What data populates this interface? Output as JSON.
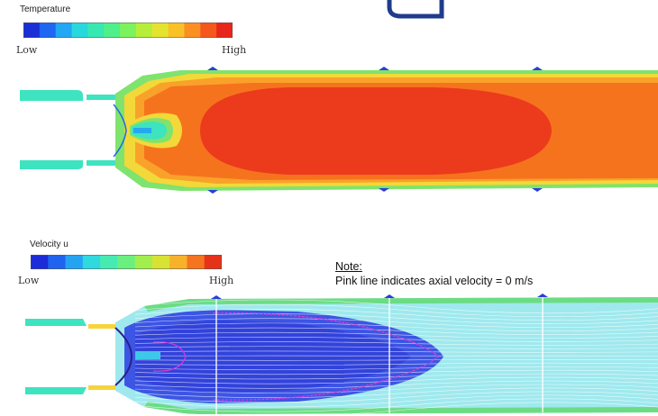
{
  "temperature_panel": {
    "colorbar_title": "Temperature",
    "low_label": "Low",
    "high_label": "High"
  },
  "velocity_panel": {
    "colorbar_title": "Velocity u",
    "low_label": "Low",
    "high_label": "High"
  },
  "note": {
    "title": "Note:",
    "text": "Pink line indicates axial velocity = 0 m/s"
  },
  "colors": {
    "temperature_scale": [
      "#1a2fd6",
      "#1f66f0",
      "#22a7f4",
      "#27d9dc",
      "#37e8b0",
      "#4ff08a",
      "#7cf25c",
      "#b6ee3a",
      "#e6e230",
      "#f9c028",
      "#fa8f22",
      "#f5581c",
      "#e8251a"
    ],
    "velocity_scale": [
      "#1d2bd8",
      "#1f63ee",
      "#25a3f3",
      "#2fd9dd",
      "#45ebb3",
      "#6af07f",
      "#a2ee4c",
      "#d8e233",
      "#f7b22a",
      "#f4741f",
      "#e63219"
    ],
    "contour_red": "#ec3a1c",
    "contour_orange": "#f6731e",
    "contour_yelloworange": "#f9a22a",
    "contour_yellow": "#f3d839",
    "contour_green": "#7fe36d",
    "contour_cyan": "#3ee3c0",
    "streamline_blue": "#2a3fd8",
    "streamline_cyan": "#3cc8e8",
    "zero_velocity_line": "#d63ad6",
    "logo_blue": "#1f3c8c"
  }
}
